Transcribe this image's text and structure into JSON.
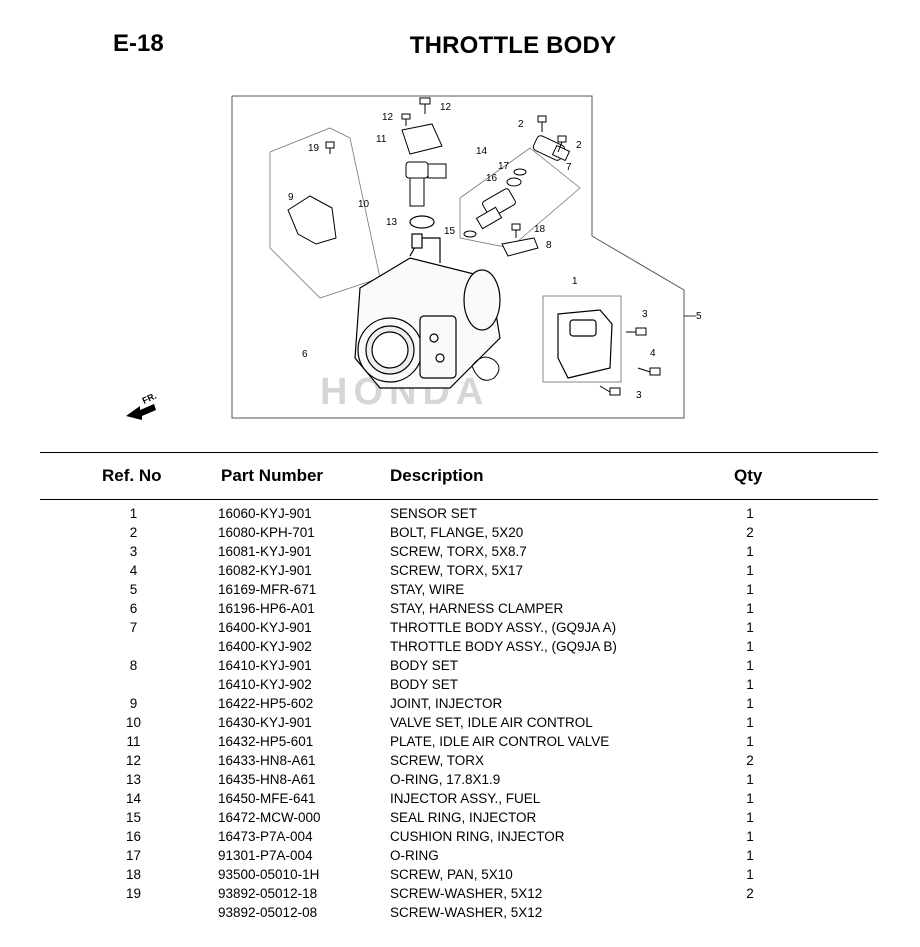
{
  "header": {
    "page_code": "E-18",
    "title": "THROTTLE BODY"
  },
  "diagram": {
    "callouts": [
      "1",
      "2",
      "2",
      "3",
      "3",
      "4",
      "5",
      "6",
      "7",
      "8",
      "9",
      "10",
      "11",
      "12",
      "12",
      "13",
      "14",
      "15",
      "16",
      "17",
      "18",
      "19"
    ],
    "front_marker": "FR.",
    "watermark": "HONDA"
  },
  "table": {
    "headers": {
      "ref": "Ref. No",
      "part": "Part Number",
      "desc": "Description",
      "qty": "Qty"
    },
    "rows": [
      {
        "ref": "1",
        "part": "16060-KYJ-901",
        "desc": "SENSOR SET",
        "qty": "1"
      },
      {
        "ref": "2",
        "part": "16080-KPH-701",
        "desc": "BOLT, FLANGE, 5X20",
        "qty": "2"
      },
      {
        "ref": "3",
        "part": "16081-KYJ-901",
        "desc": "SCREW, TORX, 5X8.7",
        "qty": "1"
      },
      {
        "ref": "4",
        "part": "16082-KYJ-901",
        "desc": "SCREW, TORX, 5X17",
        "qty": "1"
      },
      {
        "ref": "5",
        "part": "16169-MFR-671",
        "desc": "STAY, WIRE",
        "qty": "1"
      },
      {
        "ref": "6",
        "part": "16196-HP6-A01",
        "desc": "STAY, HARNESS CLAMPER",
        "qty": "1"
      },
      {
        "ref": "7",
        "part": "16400-KYJ-901",
        "desc": "THROTTLE BODY ASSY., (GQ9JA A)",
        "qty": "1"
      },
      {
        "ref": "",
        "part": "16400-KYJ-902",
        "desc": "THROTTLE BODY ASSY., (GQ9JA B)",
        "qty": "1"
      },
      {
        "ref": "8",
        "part": "16410-KYJ-901",
        "desc": "BODY SET",
        "qty": "1"
      },
      {
        "ref": "",
        "part": "16410-KYJ-902",
        "desc": "BODY SET",
        "qty": "1"
      },
      {
        "ref": "9",
        "part": "16422-HP5-602",
        "desc": "JOINT, INJECTOR",
        "qty": "1"
      },
      {
        "ref": "10",
        "part": "16430-KYJ-901",
        "desc": "VALVE SET, IDLE AIR CONTROL",
        "qty": "1"
      },
      {
        "ref": "11",
        "part": "16432-HP5-601",
        "desc": "PLATE, IDLE AIR CONTROL VALVE",
        "qty": "1"
      },
      {
        "ref": "12",
        "part": "16433-HN8-A61",
        "desc": "SCREW, TORX",
        "qty": "2"
      },
      {
        "ref": "13",
        "part": "16435-HN8-A61",
        "desc": "O-RING, 17.8X1.9",
        "qty": "1"
      },
      {
        "ref": "14",
        "part": "16450-MFE-641",
        "desc": "INJECTOR ASSY., FUEL",
        "qty": "1"
      },
      {
        "ref": "15",
        "part": "16472-MCW-000",
        "desc": "SEAL RING, INJECTOR",
        "qty": "1"
      },
      {
        "ref": "16",
        "part": "16473-P7A-004",
        "desc": "CUSHION RING, INJECTOR",
        "qty": "1"
      },
      {
        "ref": "17",
        "part": "91301-P7A-004",
        "desc": "O-RING",
        "qty": "1"
      },
      {
        "ref": "18",
        "part": "93500-05010-1H",
        "desc": "SCREW, PAN, 5X10",
        "qty": "1"
      },
      {
        "ref": "19",
        "part": "93892-05012-18",
        "desc": "SCREW-WASHER, 5X12",
        "qty": "2"
      },
      {
        "ref": "",
        "part": "93892-05012-08",
        "desc": "SCREW-WASHER, 5X12",
        "qty": ""
      }
    ]
  }
}
